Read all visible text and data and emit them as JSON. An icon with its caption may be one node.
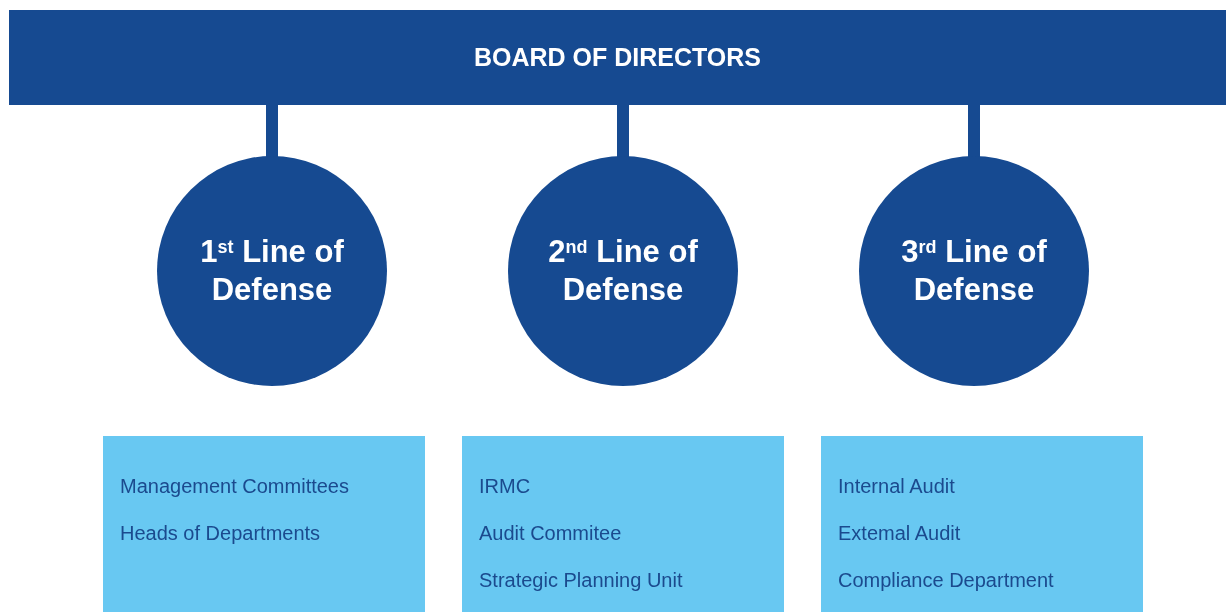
{
  "diagram": {
    "nodes": [
      {
        "text": [
          "BOARD OF DIRECTORS"
        ]
      },
      {
        "text": [
          "1$^{st}$ Line of Defense"
        ]
      },
      {
        "text": [
          "2$^{nd}$ Line of Defense"
        ]
      },
      {
        "text": [
          "3$^{rd}$ Line of Defense"
        ]
      },
      {
        "text": [
          "Management Committees",
          "Heads of Departments"
        ]
      },
      {
        "text": [
          "IRMC",
          "Audit Commitee",
          "Strategic Planning Unit"
        ]
      },
      {
        "text": [
          "Internal Audit",
          "Extemal Audit",
          "Compliance Department"
        ]
      }
    ],
    "edges": [
      {
        "from": 0,
        "to": 1,
        "arrow": "none"
      },
      {
        "from": 0,
        "to": 2,
        "arrow": "none"
      },
      {
        "from": 0,
        "to": 3,
        "arrow": "none"
      }
    ]
  }
}
